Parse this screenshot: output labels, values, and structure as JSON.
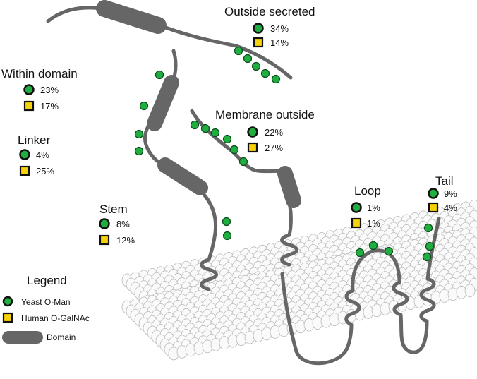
{
  "categories": [
    {
      "key": "outside_secreted",
      "label": "Outside secreted",
      "yeast": "34%",
      "human": "14%"
    },
    {
      "key": "within_domain",
      "label": "Within domain",
      "yeast": "23%",
      "human": "17%"
    },
    {
      "key": "membrane_outside",
      "label": "Membrane outside",
      "yeast": "22%",
      "human": "27%"
    },
    {
      "key": "linker",
      "label": "Linker",
      "yeast": "4%",
      "human": "25%"
    },
    {
      "key": "loop",
      "label": "Loop",
      "yeast": "1%",
      "human": "1%"
    },
    {
      "key": "tail",
      "label": "Tail",
      "yeast": "9%",
      "human": "4%"
    },
    {
      "key": "stem",
      "label": "Stem",
      "yeast": "8%",
      "human": "12%"
    }
  ],
  "legend": {
    "title": "Legend",
    "yeast": "Yeast O-Man",
    "human": "Human O-GalNAc",
    "domain": "Domain"
  },
  "colors": {
    "yeast_marker": "#1fae3f",
    "human_marker": "#f5d20a",
    "chain": "#666666",
    "membrane": "#b9b9b9"
  }
}
